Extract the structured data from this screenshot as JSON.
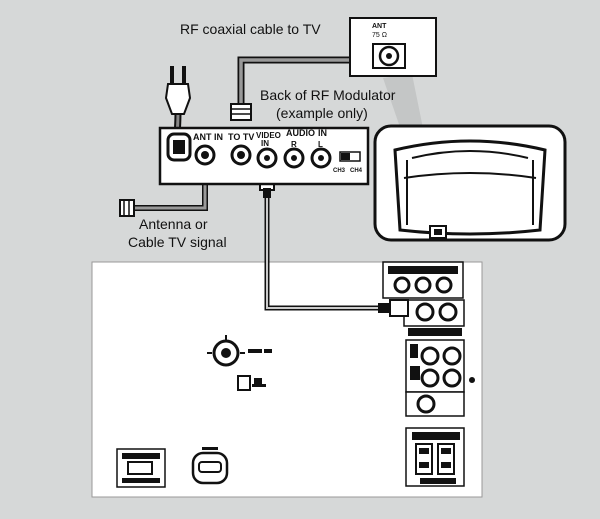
{
  "labels": {
    "rf_cable": "RF coaxial cable to TV",
    "modulator_line1": "Back of RF Modulator",
    "modulator_line2": "(example only)",
    "antenna_line1": "Antenna or",
    "antenna_line2": "Cable TV signal"
  },
  "modulator_ports": {
    "ant_in": "ANT IN",
    "to_tv": "TO TV",
    "video": "VIDEO",
    "video_in": "IN",
    "audio": "AUDIO",
    "audio_in": "IN",
    "audio_r": "R",
    "audio_l": "L",
    "ch3": "CH3",
    "ch4": "CH4"
  },
  "tv_jack": {
    "ant": "ANT",
    "impedance": "75 Ω"
  },
  "colors": {
    "background": "#d6d8d8",
    "panel": "#ffffff",
    "line": "#111111"
  }
}
